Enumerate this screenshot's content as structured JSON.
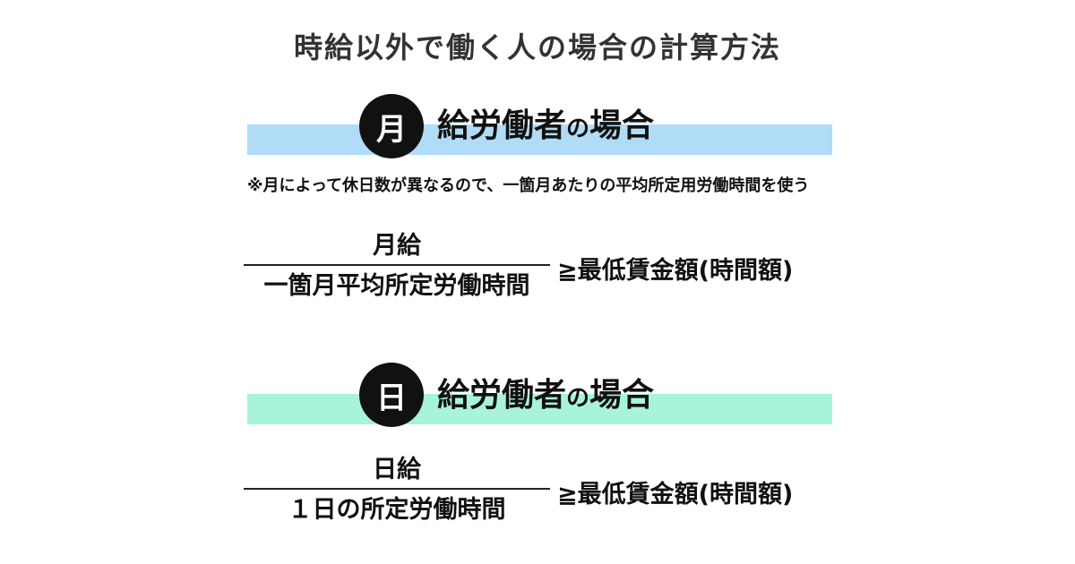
{
  "title": "時給以外で働く人の場合の計算方法",
  "sections": [
    {
      "badge": "月",
      "heading_main": "給労働者",
      "heading_particle": "の",
      "heading_tail": "場合",
      "band_color": "#b0dcf7",
      "note": "※月によって休日数が異なるので、一箇月あたりの平均所定用労働時間を使う",
      "numerator": "月給",
      "denominator": "一箇月平均所定労働時間",
      "inequality": "≧最低賃金額(時間額)"
    },
    {
      "badge": "日",
      "heading_main": "給労働者",
      "heading_particle": "の",
      "heading_tail": "場合",
      "band_color": "#a8f3dc",
      "numerator": "日給",
      "denominator": "１日の所定労働時間",
      "inequality": "≧最低賃金額(時間額)"
    }
  ]
}
